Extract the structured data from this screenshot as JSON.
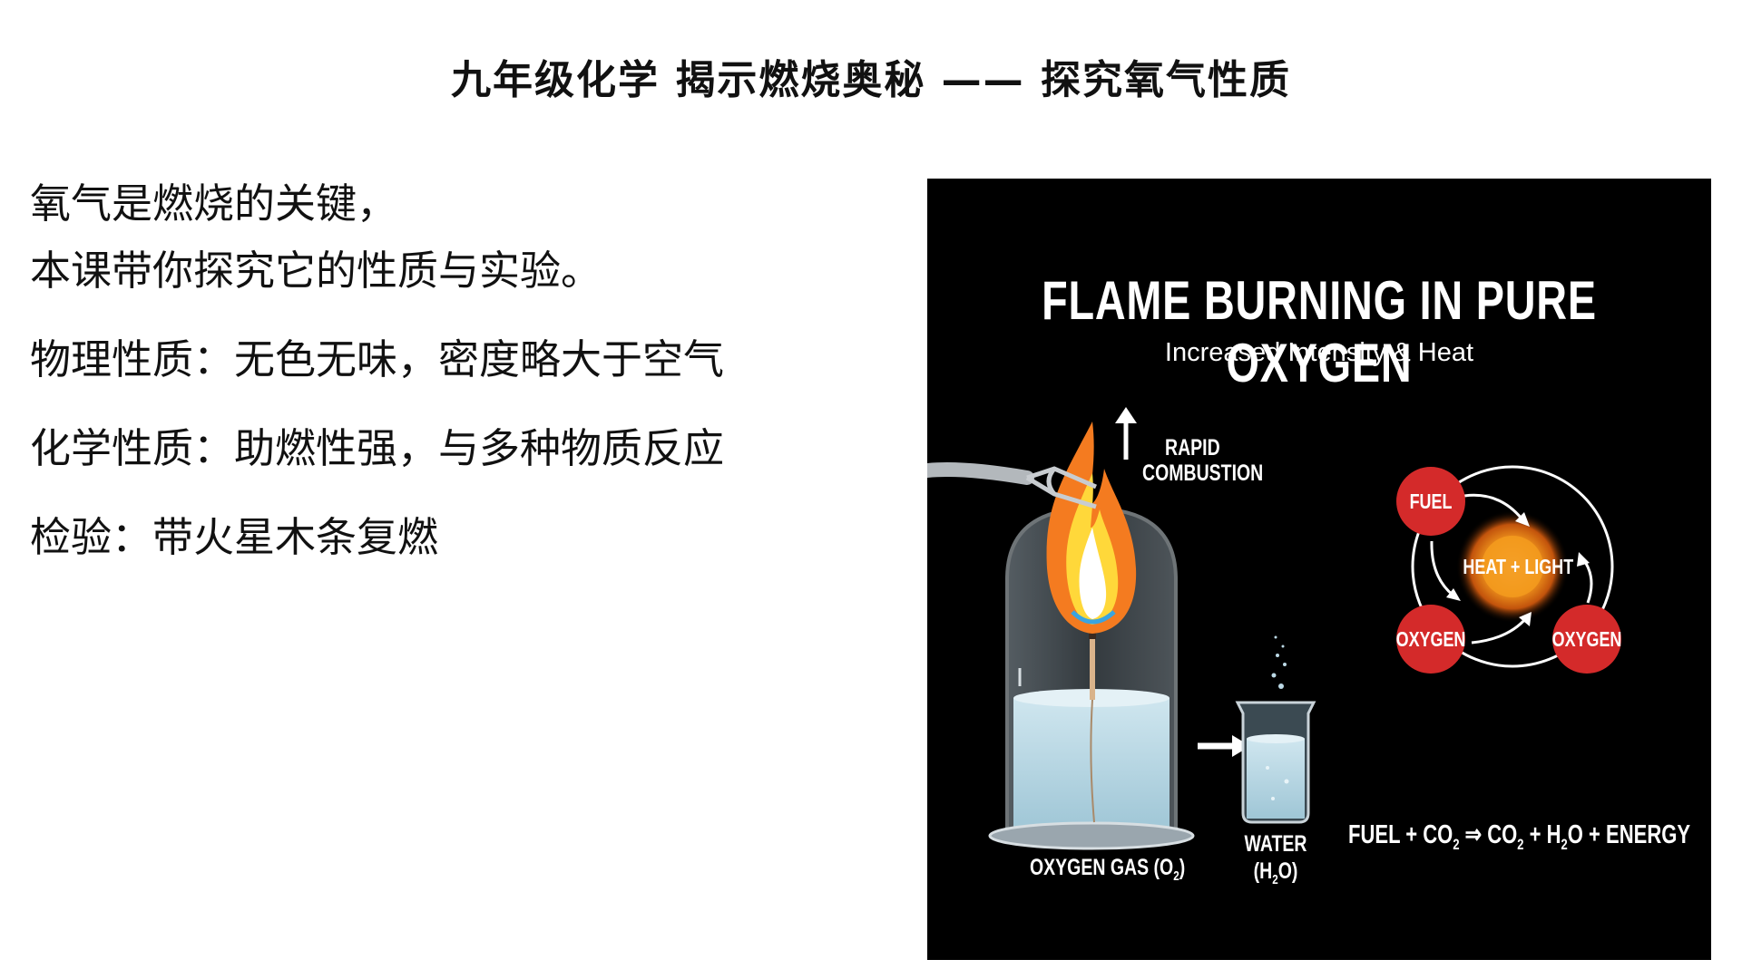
{
  "slide": {
    "title": "九年级化学 揭示燃烧奥秘 —— 探究氧气性质"
  },
  "content": {
    "intro_line1": "氧气是燃烧的关键，",
    "intro_line2": "本课带你探究它的性质与实验。",
    "physical": "物理性质：无色无味，密度略大于空气",
    "chemical": "化学性质：助燃性强，与多种物质反应",
    "test": "检验：带火星木条复燃"
  },
  "figure": {
    "title": "FLAME BURNING IN PURE OXYGEN",
    "subtitle": "Increased Intensity & Heat",
    "arrow_label_1": "RAPID",
    "arrow_label_2": "COMBUSTION",
    "jar_label_prefix": "OXYGEN GAS (O",
    "jar_label_sub": "2",
    "jar_label_suffix": ")",
    "beaker_label_1": "WATER",
    "beaker_label_2_prefix": "(H",
    "beaker_label_2_sub": "2",
    "beaker_label_2_suffix": "O)",
    "cycle": {
      "fuel": "FUEL",
      "center": "HEAT + LIGHT",
      "oxygen_left": "OXYGEN",
      "oxygen_right": "OXYGEN"
    },
    "equation": {
      "part1": "FUEL + CO",
      "sub1": "2",
      "part2": " ⇒ CO",
      "sub2": "2",
      "part3": " + H",
      "sub3": "2",
      "part4": "O + ENERGY"
    },
    "colors": {
      "background": "#000000",
      "node_red": "#d42a2a",
      "glow_orange": "#f39a1e",
      "water_blue": "#bcd9e6",
      "flame_orange": "#f47b20",
      "flame_yellow": "#ffd83a"
    }
  }
}
